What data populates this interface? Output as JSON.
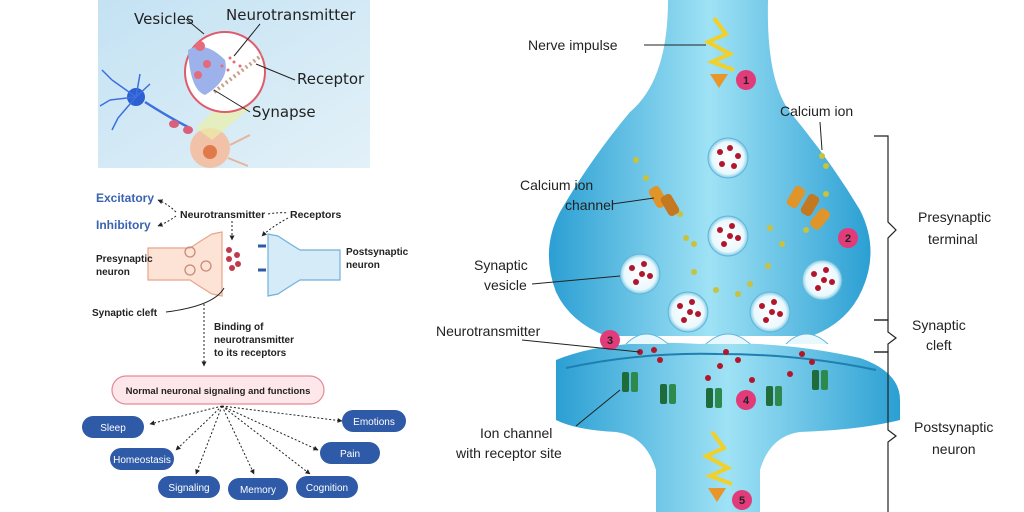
{
  "top_left": {
    "vesicles": "Vesicles",
    "neurotransmitter": "Neurotransmitter",
    "receptor": "Receptor",
    "synapse": "Synapse"
  },
  "bottom_left": {
    "excitatory": "Excitatory",
    "inhibitory": "Inhibitory",
    "neurotransmitter": "Neurotransmitter",
    "receptors": "Receptors",
    "presynaptic": [
      "Presynaptic",
      "neuron"
    ],
    "postsynaptic": [
      "Postsynaptic",
      "neuron"
    ],
    "synaptic_cleft": "Synaptic cleft",
    "binding": [
      "Binding of",
      "neurotransmitter",
      "to its receptors"
    ],
    "normal": "Normal neuronal signaling and functions",
    "pills": {
      "sleep": "Sleep",
      "emotions": "Emotions",
      "homeostasis": "Homeostasis",
      "pain": "Pain",
      "signaling": "Signaling",
      "memory": "Memory",
      "cognition": "Cognition"
    }
  },
  "right": {
    "nerve_impulse": "Nerve impulse",
    "calcium_ion": "Calcium ion",
    "calcium_channel": [
      "Calcium ion",
      "channel"
    ],
    "synaptic_vesicle": [
      "Synaptic",
      "vesicle"
    ],
    "neurotransmitter": "Neurotransmitter",
    "ion_channel": [
      "Ion channel",
      "with receptor site"
    ],
    "presynaptic_terminal": [
      "Presynaptic",
      "terminal"
    ],
    "synaptic_cleft": [
      "Synaptic",
      "cleft"
    ],
    "postsynaptic_neuron": [
      "Postsynaptic",
      "neuron"
    ],
    "steps": [
      "1",
      "2",
      "3",
      "4",
      "5"
    ]
  },
  "colors": {
    "pill_blue": "#2f5aa8",
    "step_pink": "#e23b7a",
    "neuron_blue": "#5cc6e6",
    "vesicle_dot": "#b3162a",
    "calcium": "#c9c23a"
  }
}
